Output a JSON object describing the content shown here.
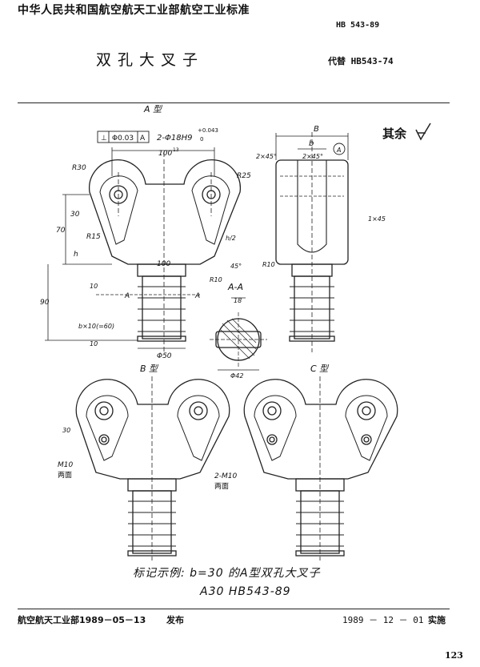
{
  "header": {
    "org_standard": "中华人民共和国航空航天工业部航空工业标准",
    "std_code": "HB 543-89",
    "doc_name": "双孔大叉子",
    "replaces": "代替 HB543-74"
  },
  "views": {
    "a_type": "A 型",
    "b_type": "B 型",
    "c_type": "C 型",
    "section": "A-A"
  },
  "surface_finish": "其余",
  "annotations": {
    "tolerance_frame": [
      "⊥",
      "Φ0.03",
      "A"
    ],
    "hole": "2-Φ18H9",
    "hole_tol_upper": "+0.043",
    "hole_tol_lower": "0",
    "dim_100": "100",
    "dim_100_sup": "13",
    "r30": "R30",
    "r25": "R25",
    "r15": "R15",
    "r10": "R10",
    "dim_30": "30",
    "dim_70": "70",
    "h": "h",
    "h2": "h/2",
    "angle45": "45°",
    "dim_100b": "100",
    "dim_90": "90",
    "bx10": "b×10(=60)",
    "dim_10": "10",
    "dim_10b": "10",
    "phi50": "Φ50",
    "dim_B": "B",
    "dim_b": "b",
    "chamfer1": "2×45°",
    "chamfer2": "2×45°",
    "chamfer3": "1×45",
    "datum": "A",
    "r18": "18",
    "phi42": "Φ42",
    "m10": "M10",
    "both_sides": "两面",
    "m10b": "2-M10",
    "both_sides2": "两面",
    "dim_30b": "30",
    "A_marker": "A"
  },
  "example": {
    "line1": "标记示例:  b=30  的A型双孔大叉子",
    "line2": "A30     HB543-89"
  },
  "footer": {
    "issuer": "航空航天工业部1989－05－13",
    "publish": "发布",
    "effective_date": "1989 － 12 － 01",
    "implement": "实施",
    "page": "123"
  }
}
